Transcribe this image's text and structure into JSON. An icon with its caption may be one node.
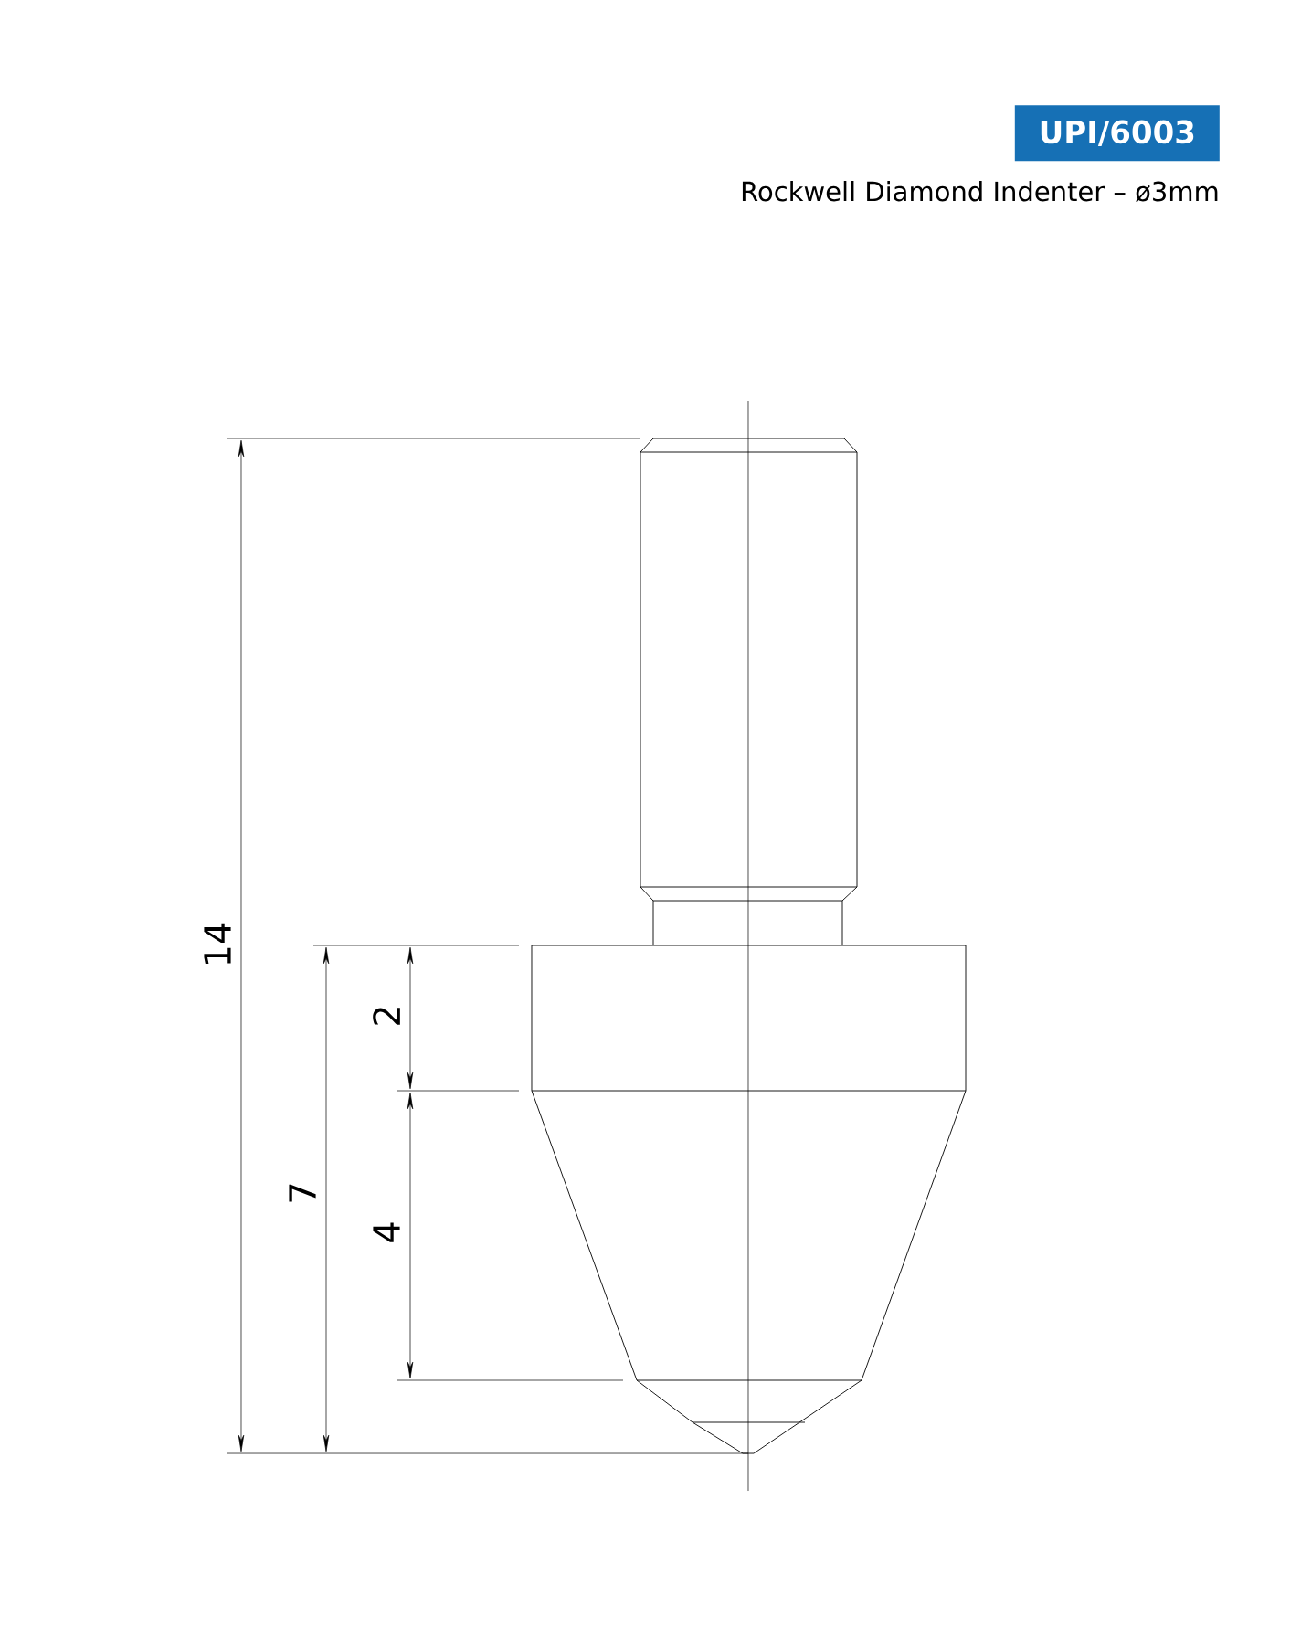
{
  "diagram": {
    "title": "UPI/6003",
    "labels": [
      "Rockwell Diamond Indenter – ø3mm",
      "14",
      "7",
      "2",
      "4"
    ]
  }
}
